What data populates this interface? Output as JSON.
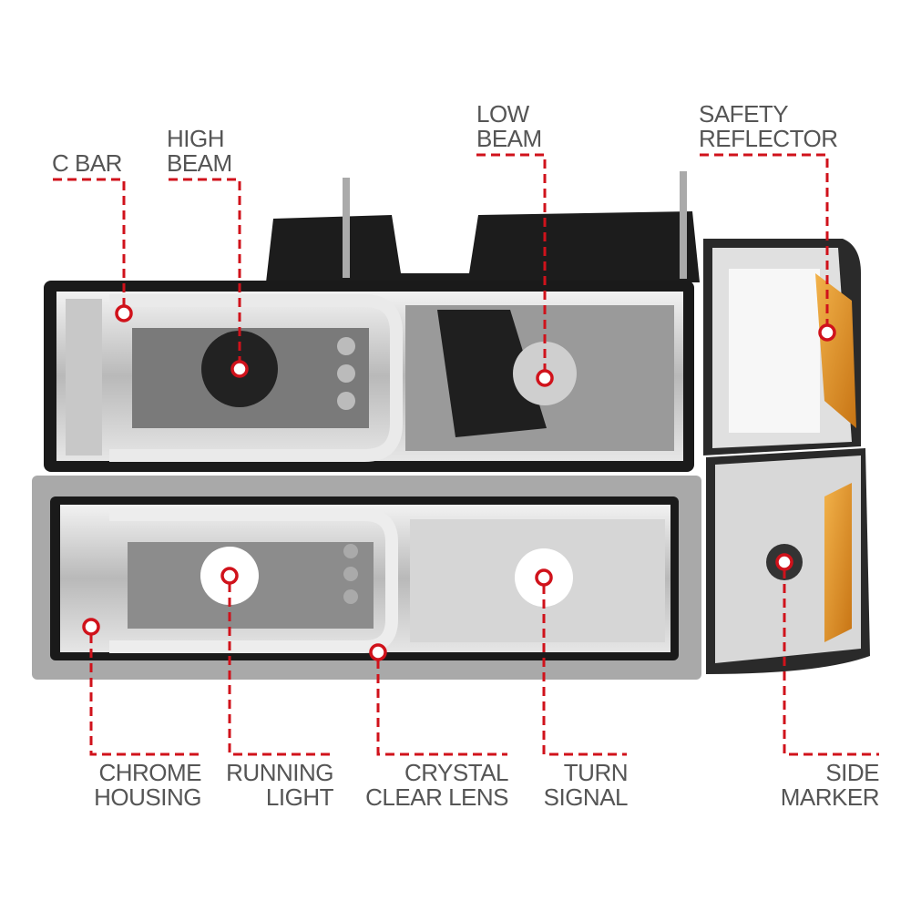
{
  "callouts": {
    "c_bar": {
      "lines": [
        "C BAR"
      ]
    },
    "high_beam": {
      "lines": [
        "HIGH",
        "BEAM"
      ]
    },
    "low_beam": {
      "lines": [
        "LOW",
        "BEAM"
      ]
    },
    "safety_reflector": {
      "lines": [
        "SAFETY",
        "REFLECTOR"
      ]
    },
    "chrome_housing": {
      "lines": [
        "CHROME",
        "HOUSING"
      ]
    },
    "running_light": {
      "lines": [
        "RUNNING",
        "LIGHT"
      ]
    },
    "crystal_clear_lens": {
      "lines": [
        "CRYSTAL",
        "CLEAR LENS"
      ]
    },
    "turn_signal": {
      "lines": [
        "TURN",
        "SIGNAL"
      ]
    },
    "side_marker": {
      "lines": [
        "SIDE",
        "MARKER"
      ]
    }
  },
  "colors": {
    "accent": "#d0121b",
    "label": "#555555"
  }
}
